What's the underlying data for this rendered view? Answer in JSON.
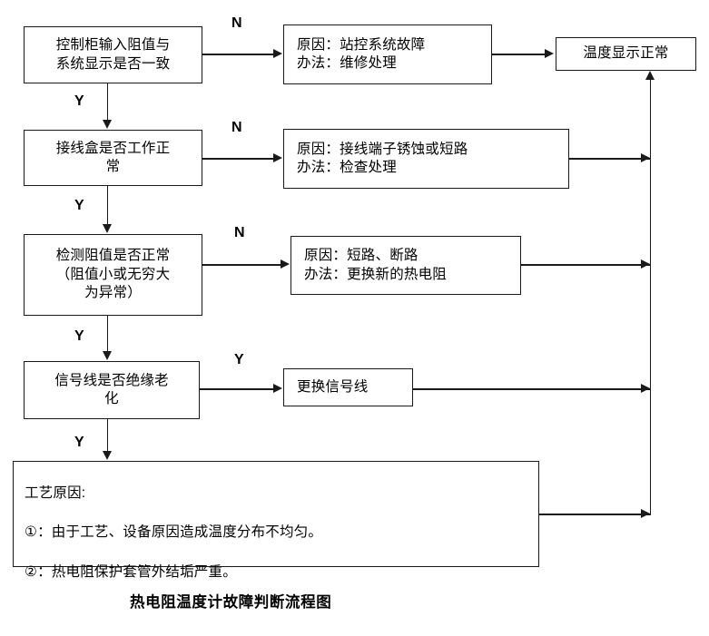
{
  "diagram": {
    "title": "热电阻温度计故障判断流程图",
    "decisions": [
      {
        "id": "d1",
        "text": "控制柜输入阻值与\n系统显示是否一致"
      },
      {
        "id": "d2",
        "text": "接线盒是否工作正\n常"
      },
      {
        "id": "d3",
        "text": "检测阻值是否正常\n（阻值小或无穷大\n为异常）"
      },
      {
        "id": "d4",
        "text": "信号线是否绝缘老\n化"
      }
    ],
    "outcomes": [
      {
        "id": "o1",
        "text": "原因：站控系统故障\n办法：维修处理"
      },
      {
        "id": "o2",
        "text": "原因：接线端子锈蚀或短路\n办法：检查处理"
      },
      {
        "id": "o3",
        "text": "原因：短路、断路\n办法：更换新的热电阻"
      },
      {
        "id": "o4",
        "text": "更换信号线"
      }
    ],
    "terminal": {
      "id": "t1",
      "text": "温度显示正常"
    },
    "reasons_box": {
      "heading": "工艺原因:",
      "items": [
        "①：由于工艺、设备原因造成温度分布不均匀。",
        "②：热电阻保护套管外结垢严重。"
      ]
    },
    "branch_labels": {
      "n1": "N",
      "n2": "N",
      "n3": "N",
      "y_side4": "Y",
      "y1": "Y",
      "y2": "Y",
      "y3": "Y",
      "y4": "Y"
    },
    "colors": {
      "stroke": "#1a1a1a",
      "text": "#000000",
      "background": "#ffffff"
    }
  }
}
